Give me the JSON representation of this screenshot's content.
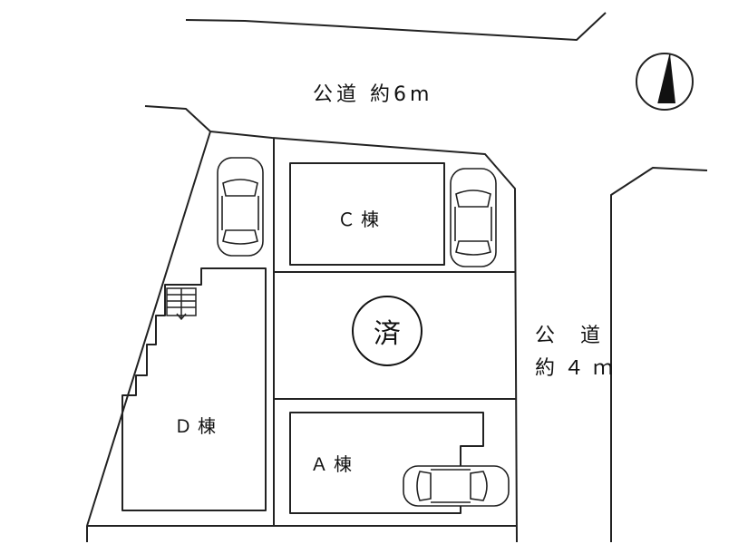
{
  "roads": {
    "north": "公道 約6m",
    "east_line1": "公道",
    "east_line2": "約４ｍ"
  },
  "buildings": {
    "c": "Ｃ棟",
    "d": "Ｄ棟",
    "a": "Ａ棟"
  },
  "lot_status": "済",
  "compass": "north-arrow-icon",
  "parking": [
    "car-icon",
    "car-icon",
    "car-icon"
  ]
}
